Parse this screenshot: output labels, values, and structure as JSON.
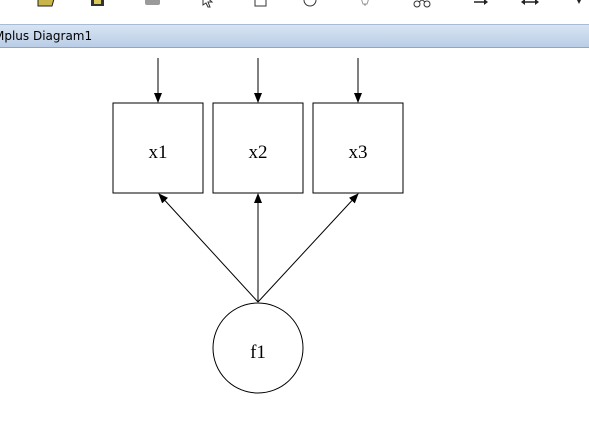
{
  "window": {
    "title": "Mplus Diagram1"
  },
  "toolbar": {
    "items": [
      {
        "icon": "open-folder-icon"
      },
      {
        "icon": "save-disk-icon"
      },
      {
        "icon": "stop-icon"
      },
      {
        "icon": "pointer-arrow-icon"
      },
      {
        "icon": "rectangle-tool-icon"
      },
      {
        "icon": "ellipse-tool-icon"
      },
      {
        "icon": "lightbulb-icon"
      },
      {
        "icon": "scissors-icon"
      },
      {
        "icon": "single-arrow-tool-icon"
      },
      {
        "icon": "double-arrow-tool-icon"
      },
      {
        "icon": "down-arrow-icon"
      }
    ]
  },
  "diagram": {
    "observed": [
      {
        "id": "x1",
        "label": "x1"
      },
      {
        "id": "x2",
        "label": "x2"
      },
      {
        "id": "x3",
        "label": "x3"
      }
    ],
    "latent": [
      {
        "id": "f1",
        "label": "f1"
      }
    ]
  },
  "colors": {
    "titlebar": "#c6d6ec",
    "stroke": "#000000"
  }
}
